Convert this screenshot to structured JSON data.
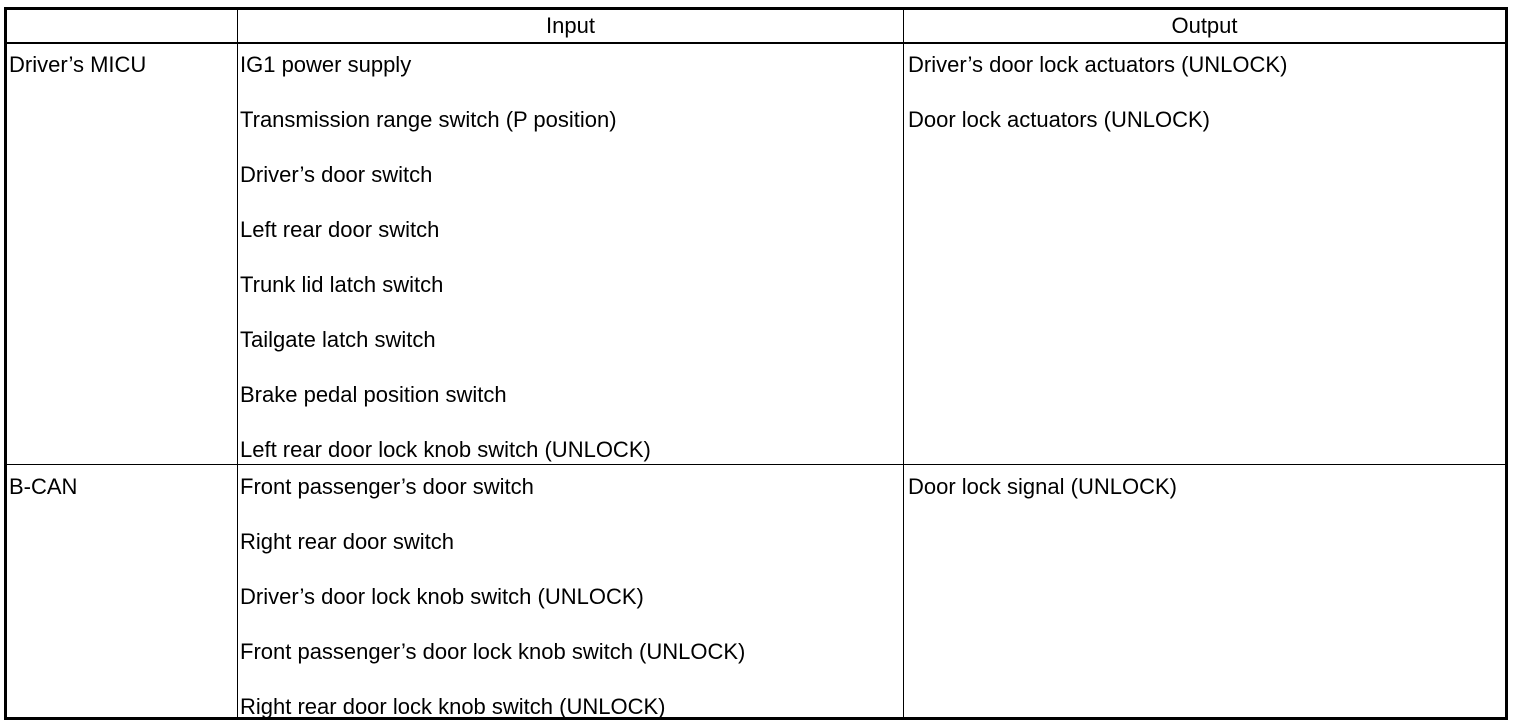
{
  "headers": {
    "col1": "",
    "col2": "Input",
    "col3": "Output"
  },
  "rows": [
    {
      "source": "Driver’s MICU",
      "inputs": [
        "IG1 power supply",
        "Transmission range switch (P position)",
        "Driver’s door switch",
        "Left rear door switch",
        "Trunk lid latch switch",
        "Tailgate latch switch",
        "Brake pedal position switch",
        "Left rear door lock knob switch (UNLOCK)"
      ],
      "outputs": [
        "Driver’s door lock actuators (UNLOCK)",
        "Door lock actuators (UNLOCK)"
      ]
    },
    {
      "source": "B-CAN",
      "inputs": [
        "Front passenger’s door switch",
        "Right rear door switch",
        "Driver’s door lock knob switch (UNLOCK)",
        "Front passenger’s door lock knob switch (UNLOCK)",
        "Right rear door lock knob switch (UNLOCK)"
      ],
      "outputs": [
        "Door lock signal (UNLOCK)"
      ]
    }
  ]
}
